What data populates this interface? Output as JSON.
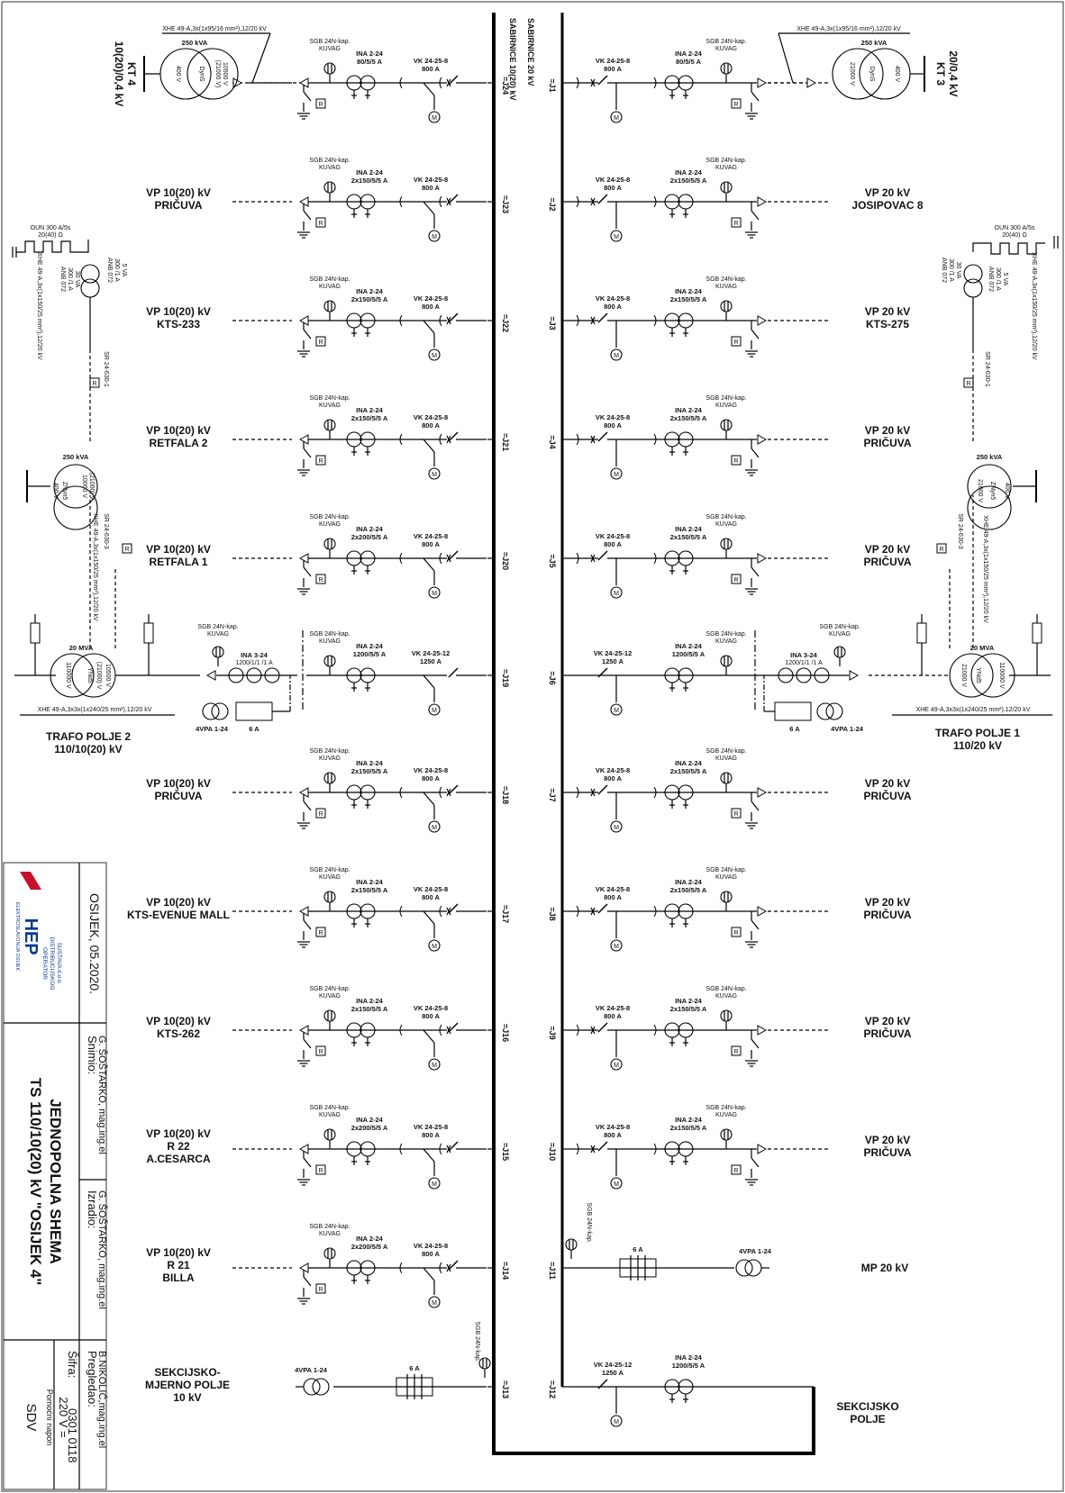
{
  "busbar_label": "SABIRNICE 10(20) kV",
  "busbar_label_right": "SABIRNICE 20 kV",
  "left_feeders": [
    {
      "id": "=J24",
      "label": [
        "KT 4",
        "10(20)/0,4 kV"
      ],
      "type": "trafo_top",
      "cable": "XHE 49-A,3x(1x95/16 mm²),12/20 kV",
      "ct": [
        "INA 2-24",
        "80/5/5 A"
      ],
      "breaker": [
        "VK 24-25-8",
        "800 A"
      ],
      "trafo": [
        "250 kVA",
        "10500 V",
        "(21000 V)",
        "DynS",
        "400 V"
      ]
    },
    {
      "id": "=J23",
      "label": [
        "VP 10(20) kV",
        "PRIČUVA"
      ],
      "ct": [
        "INA 2-24",
        "2x150/5/5 A"
      ],
      "breaker": [
        "VK 24-25-8",
        "800 A"
      ]
    },
    {
      "id": "=J22",
      "label": [
        "VP 10(20) kV",
        "KTS-233"
      ],
      "ct": [
        "INA 2-24",
        "2x150/5/5 A"
      ],
      "breaker": [
        "VK 24-25-8",
        "800 A"
      ]
    },
    {
      "id": "=J21",
      "label": [
        "VP 10(20) kV",
        "RETFALA 2"
      ],
      "ct": [
        "INA 2-24",
        "2x150/5/5 A"
      ],
      "breaker": [
        "VK 24-25-8",
        "800 A"
      ]
    },
    {
      "id": "=J20",
      "label": [
        "VP 10(20) kV",
        "RETFALA 1"
      ],
      "ct": [
        "INA 2-24",
        "2x200/5/5 A"
      ],
      "breaker": [
        "VK 24-25-8",
        "800 A"
      ]
    },
    {
      "id": "=J19",
      "label": [
        "TRAFO POLJE 2",
        "110/10(20) kV"
      ],
      "type": "trafo_main",
      "ct": [
        "INA 2-24",
        "1200/5/5 A"
      ],
      "breaker": [
        "VK 24-25-12",
        "1250 A"
      ]
    },
    {
      "id": "=J18",
      "label": [
        "VP 10(20) kV",
        "PRIČUVA"
      ],
      "ct": [
        "INA 2-24",
        "2x150/5/5 A"
      ],
      "breaker": [
        "VK 24-25-8",
        "800 A"
      ]
    },
    {
      "id": "=J17",
      "label": [
        "VP 10(20) kV",
        "KTS-EVENUE MALL"
      ],
      "ct": [
        "INA 2-24",
        "2x150/5/5 A"
      ],
      "breaker": [
        "VK 24-25-8",
        "800 A"
      ]
    },
    {
      "id": "=J16",
      "label": [
        "VP 10(20) kV",
        "KTS-262"
      ],
      "ct": [
        "INA 2-24",
        "2x150/5/5 A"
      ],
      "breaker": [
        "VK 24-25-8",
        "800 A"
      ]
    },
    {
      "id": "=J15",
      "label": [
        "VP 10(20) kV",
        "R 22",
        "A.CESARCA"
      ],
      "ct": [
        "INA 2-24",
        "2x200/5/5 A"
      ],
      "breaker": [
        "VK 24-25-8",
        "800 A"
      ]
    },
    {
      "id": "=J14",
      "label": [
        "VP 10(20) kV",
        "R 21",
        "BILLA"
      ],
      "ct": [
        "INA 2-24",
        "2x200/5/5 A"
      ],
      "breaker": [
        "VK 24-25-8",
        "800 A"
      ]
    },
    {
      "id": "=J13",
      "label": [
        "SEKCIJSKO-",
        "MJERNO POLJE",
        "10 kV"
      ],
      "type": "measure",
      "vt": "4VPA 1-24",
      "fuse": "6 A"
    }
  ],
  "right_feeders": [
    {
      "id": "=J1",
      "label": [
        "KT 3",
        "20/0,4 kV"
      ],
      "type": "trafo_top",
      "cable": "XHE 49-A,3x(1x95/16 mm²),12/20 kV",
      "ct": [
        "INA 2-24",
        "80/5/5 A"
      ],
      "breaker": [
        "VK 24-25-8",
        "800 A"
      ],
      "trafo": [
        "250 kVA",
        "21000 V",
        "DynS",
        "400 V"
      ]
    },
    {
      "id": "=J2",
      "label": [
        "VP 20 kV",
        "JOSIPOVAC 8"
      ],
      "ct": [
        "INA 2-24",
        "2x150/5/5 A"
      ],
      "breaker": [
        "VK 24-25-8",
        "800 A"
      ]
    },
    {
      "id": "=J3",
      "label": [
        "VP 20 kV",
        "KTS-275"
      ],
      "ct": [
        "INA 2-24",
        "2x150/5/5 A"
      ],
      "breaker": [
        "VK 24-25-8",
        "800 A"
      ]
    },
    {
      "id": "=J4",
      "label": [
        "VP 20 kV",
        "PRIČUVA"
      ],
      "ct": [
        "INA 2-24",
        "2x150/5/5 A"
      ],
      "breaker": [
        "VK 24-25-8",
        "800 A"
      ]
    },
    {
      "id": "=J5",
      "label": [
        "VP 20 kV",
        "PRIČUVA"
      ],
      "ct": [
        "INA 2-24",
        "2x150/5/5 A"
      ],
      "breaker": [
        "VK 24-25-8",
        "800 A"
      ]
    },
    {
      "id": "=J6",
      "label": [
        "TRAFO POLJE 1",
        "110/20 kV"
      ],
      "type": "trafo_main",
      "ct": [
        "INA 2-24",
        "1200/5/5 A"
      ],
      "breaker": [
        "VK 24-25-12",
        "1250 A"
      ]
    },
    {
      "id": "=J7",
      "label": [
        "VP 20 kV",
        "PRIČUVA"
      ],
      "ct": [
        "INA 2-24",
        "2x150/5/5 A"
      ],
      "breaker": [
        "VK 24-25-8",
        "800 A"
      ]
    },
    {
      "id": "=J8",
      "label": [
        "VP 20 kV",
        "PRIČUVA"
      ],
      "ct": [
        "INA 2-24",
        "2x150/5/5 A"
      ],
      "breaker": [
        "VK 24-25-8",
        "800 A"
      ]
    },
    {
      "id": "=J9",
      "label": [
        "VP 20 kV",
        "PRIČUVA"
      ],
      "ct": [
        "INA 2-24",
        "2x150/5/5 A"
      ],
      "breaker": [
        "VK 24-25-8",
        "800 A"
      ]
    },
    {
      "id": "=J10",
      "label": [
        "VP 20 kV",
        "PRIČUVA"
      ],
      "ct": [
        "INA 2-24",
        "2x150/5/5 A"
      ],
      "breaker": [
        "VK 24-25-8",
        "800 A"
      ]
    },
    {
      "id": "=J11",
      "label": [
        "MP 20 kV"
      ],
      "type": "measure",
      "vt": "4VPA 1-24",
      "fuse": "6 A"
    },
    {
      "id": "=J12",
      "label": [
        "SEKCIJSKO",
        "POLJE"
      ],
      "type": "section",
      "ct": [
        "INA 2-24",
        "1200/5/5 A"
      ],
      "breaker": [
        "VK 24-25-12",
        "1250 A"
      ]
    }
  ],
  "common": {
    "sgb": "SGB 24N-kap.",
    "kuvag": "KUVAG"
  },
  "trafo_left": {
    "rating": "20 MVA",
    "hv": "110000 V",
    "lv1": "10500 V",
    "lv2": "(21000) V",
    "vec": "YNd5",
    "aux_rating": "250 kVA",
    "aux_v1": "10000 V",
    "aux_v2": "(21000) V",
    "aux_vec": "ZNyn5",
    "aux_lv": "400 V",
    "oun": "OUN 300 A/5s",
    "oun_r": "20(40) Ω",
    "cable_main": "XHE 49-A,3x3x(1x240/25 mm²),12/20 kV",
    "ct3": [
      "INA 3-24",
      "1200/1/1 /1 A"
    ],
    "vt": "4VPA 1-24",
    "fuse": "6 A",
    "anb1": [
      "ANB 072",
      "300 /1 A",
      "30 VA"
    ],
    "anb2": [
      "ANB 072",
      "300 /1 A",
      "5 VA"
    ],
    "sr1": "SR 24-630-1",
    "sr2": "SR 24-630-3",
    "cable_aux": "XHE 49-A,3x(1x150/25 mm²),12/20 kV"
  },
  "trafo_right": {
    "rating": "20 MVA",
    "hv": "110000 V",
    "lv": "21000 V",
    "vec": "YNd5",
    "aux_rating": "250 kVA",
    "aux_v": "21000 V",
    "aux_vec": "ZNyn5",
    "aux_lv": "400 V",
    "oun": "OUN 300 A/5s",
    "oun_r": "20(40) Ω",
    "cable_main": "XHE 49-A,3x3x(1x240/25 mm²),12/20 kV",
    "ct3": [
      "INA 3-24",
      "1200/1/1 /1 A"
    ],
    "vt": "4VPA 1-24",
    "fuse": "6 A",
    "anb1": [
      "ANB 072",
      "300 /1 A",
      "30 VA"
    ],
    "anb2": [
      "ANB 072",
      "300 /1 A",
      "5 VA"
    ],
    "sr1": "SR 24-630-1",
    "sr2": "SR 24-630-3",
    "cable_aux": "XHE 49-A,3x(1x150/25 mm²),12/20 kV"
  },
  "title_block": {
    "company": "HEP",
    "company_sub": [
      "OPERATOR",
      "DISTRIBUCIJSKOG",
      "SUSTAVA d.o.o."
    ],
    "elektra": "ELEKTROSLAVONIJA OSIJEK",
    "place_date": "OSIJEK, 05.2020.",
    "recorded_by": "Snimio:",
    "recorded_name": "G. ŠOŠTARKO, mag.ing.el",
    "made_by": "Izradio:",
    "made_name": "G. ŠOŠTARKO, mag.ing.el",
    "reviewed_by": "Pregledao:",
    "reviewed_name": "B.NIKOLIĆ,mag.ing.el",
    "title": "JEDNOPOLNA SHEMA",
    "subtitle": "TS 110/10(20) kV \"OSIJEK 4\"",
    "code_label": "Šifra:",
    "code": "0301 0118",
    "sdv": "SDV",
    "aux_label": "Pomoćni napon",
    "aux_value": "220 V ="
  }
}
